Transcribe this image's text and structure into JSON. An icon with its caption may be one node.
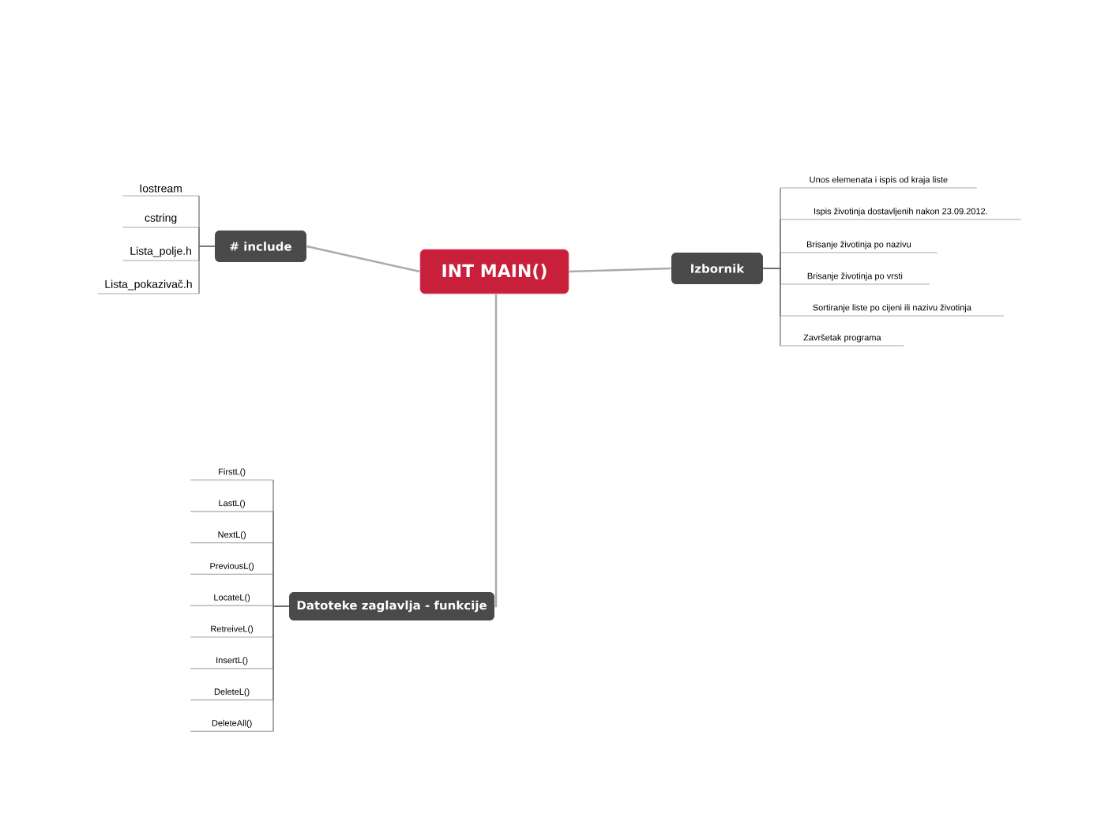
{
  "diagram": {
    "nodes": [
      {
        "text": [
          "INT MAIN()"
        ]
      },
      {
        "text": [
          "# include"
        ]
      },
      {
        "text": [
          "Iostream"
        ]
      },
      {
        "text": [
          "cstring"
        ]
      },
      {
        "text": [
          "Lista_polje.h"
        ]
      },
      {
        "text": [
          "Lista_pokazivač.h"
        ]
      },
      {
        "text": [
          "Izbornik"
        ]
      },
      {
        "text": [
          "Unos elemenata i ispis od kraja liste"
        ]
      },
      {
        "text": [
          "Ispis životinja dostavljenih nakon 23.09.2012."
        ]
      },
      {
        "text": [
          "Brisanje životinja po nazivu"
        ]
      },
      {
        "text": [
          "Brisanje životinja po vrsti"
        ]
      },
      {
        "text": [
          "Sortiranje liste po cijeni ili nazivu životinja"
        ]
      },
      {
        "text": [
          "Završetak programa"
        ]
      },
      {
        "text": [
          "Datoteke zaglavlja - funkcije"
        ]
      },
      {
        "text": [
          "FirstL()"
        ]
      },
      {
        "text": [
          "LastL()"
        ]
      },
      {
        "text": [
          "NextL()"
        ]
      },
      {
        "text": [
          "PreviousL()"
        ]
      },
      {
        "text": [
          "LocateL()"
        ]
      },
      {
        "text": [
          "RetreiveL()"
        ]
      },
      {
        "text": [
          "InsertL()"
        ]
      },
      {
        "text": [
          "DeleteL()"
        ]
      },
      {
        "text": [
          "DeleteAll()"
        ]
      }
    ],
    "edges": [
      {
        "from": 0,
        "to": 1,
        "arrow": "none"
      },
      {
        "from": 0,
        "to": 6,
        "arrow": "none"
      },
      {
        "from": 0,
        "to": 13,
        "arrow": "none"
      },
      {
        "from": 1,
        "to": 2,
        "arrow": "none"
      },
      {
        "from": 1,
        "to": 3,
        "arrow": "none"
      },
      {
        "from": 1,
        "to": 4,
        "arrow": "none"
      },
      {
        "from": 1,
        "to": 5,
        "arrow": "none"
      },
      {
        "from": 6,
        "to": 7,
        "arrow": "none"
      },
      {
        "from": 6,
        "to": 8,
        "arrow": "none"
      },
      {
        "from": 6,
        "to": 9,
        "arrow": "none"
      },
      {
        "from": 6,
        "to": 10,
        "arrow": "none"
      },
      {
        "from": 6,
        "to": 11,
        "arrow": "none"
      },
      {
        "from": 6,
        "to": 12,
        "arrow": "none"
      },
      {
        "from": 13,
        "to": 14,
        "arrow": "none"
      },
      {
        "from": 13,
        "to": 15,
        "arrow": "none"
      },
      {
        "from": 13,
        "to": 16,
        "arrow": "none"
      },
      {
        "from": 13,
        "to": 17,
        "arrow": "none"
      },
      {
        "from": 13,
        "to": 18,
        "arrow": "none"
      },
      {
        "from": 13,
        "to": 19,
        "arrow": "none"
      },
      {
        "from": 13,
        "to": 20,
        "arrow": "none"
      },
      {
        "from": 13,
        "to": 21,
        "arrow": "none"
      },
      {
        "from": 13,
        "to": 22,
        "arrow": "none"
      }
    ]
  }
}
